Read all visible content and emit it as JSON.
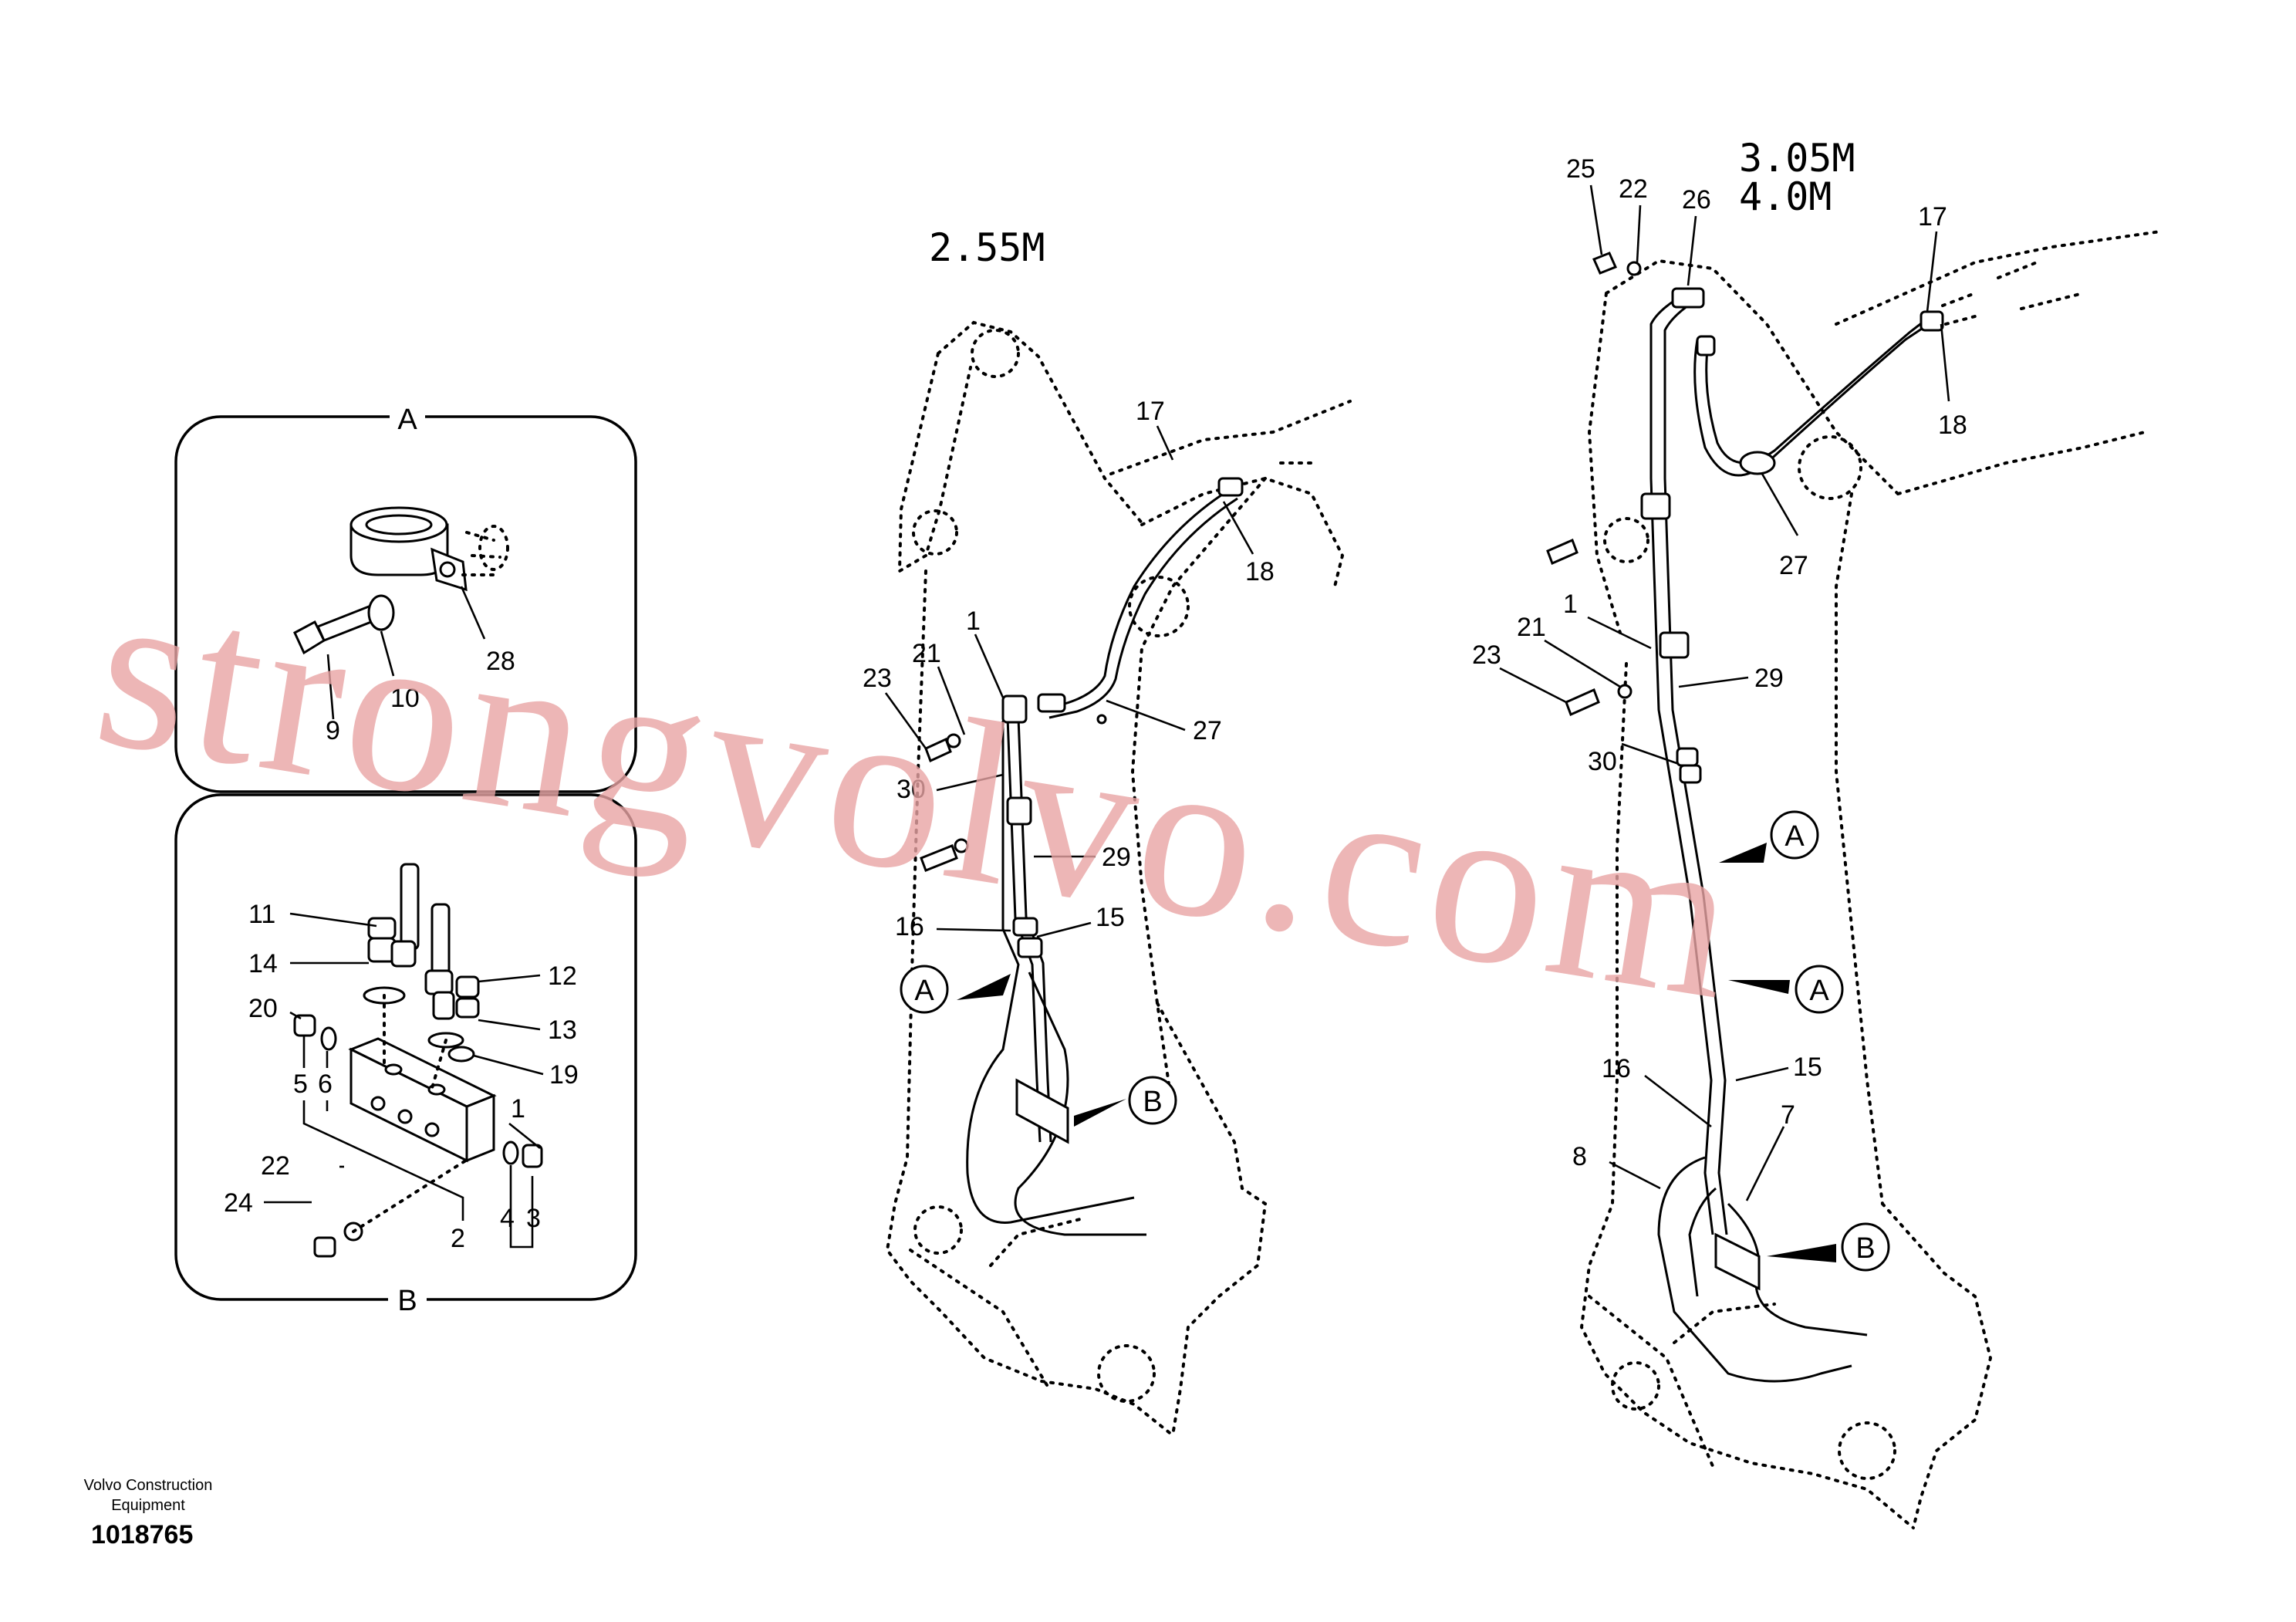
{
  "brand": {
    "line1": "Volvo Construction",
    "line2": "Equipment"
  },
  "document_number": "1018765",
  "watermark": "strongvolvo.com",
  "detail_a": {
    "letter": "A",
    "callouts": [
      "28",
      "9",
      "10"
    ]
  },
  "detail_b": {
    "letter": "B",
    "callouts": [
      "11",
      "14",
      "12",
      "20",
      "13",
      "19",
      "5",
      "6",
      "1",
      "22",
      "24",
      "2",
      "4",
      "3"
    ]
  },
  "view_2_55": {
    "title": "2.55M",
    "callouts": [
      "17",
      "18",
      "1",
      "21",
      "23",
      "27",
      "30",
      "29",
      "16",
      "15"
    ],
    "markers": [
      "A",
      "B"
    ]
  },
  "view_3_05": {
    "title_line1": "3.05M",
    "title_line2": "4.0M",
    "callouts": [
      "25",
      "22",
      "26",
      "17",
      "18",
      "27",
      "1",
      "21",
      "23",
      "29",
      "30",
      "16",
      "15",
      "8",
      "7"
    ],
    "markers": [
      "A",
      "A",
      "B"
    ]
  }
}
